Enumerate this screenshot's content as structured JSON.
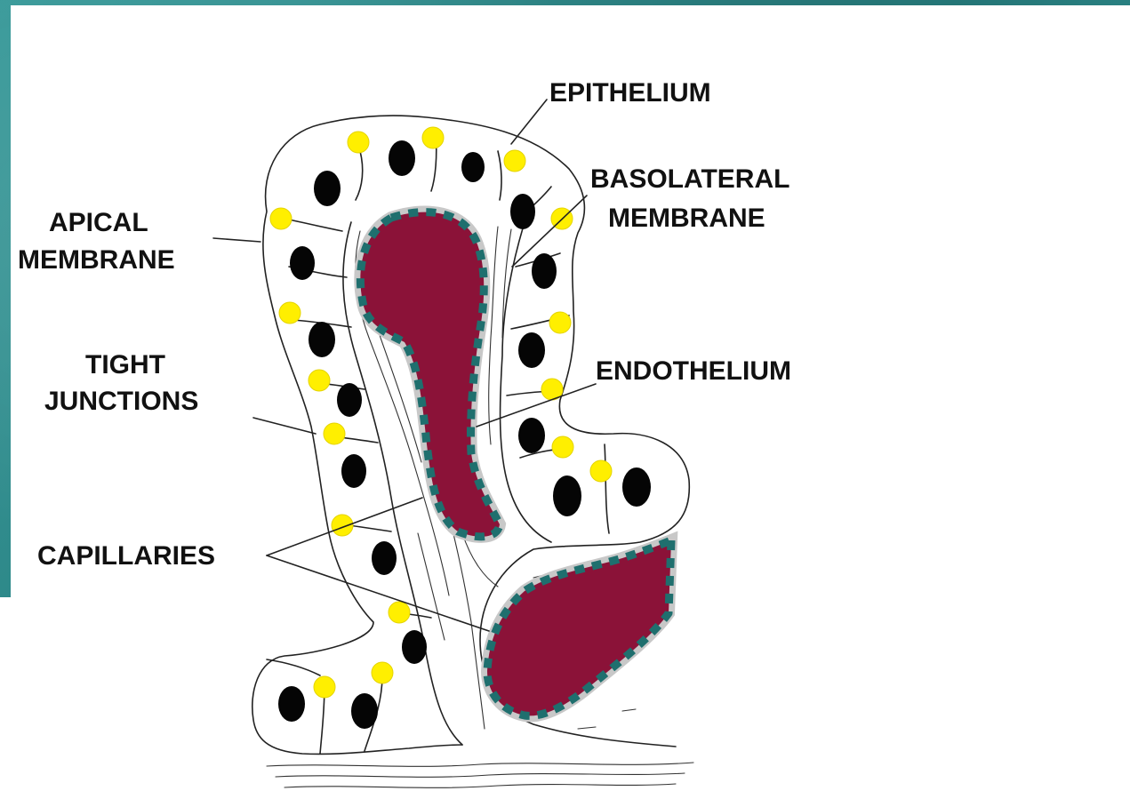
{
  "labels": {
    "epithelium": "EPITHELIUM",
    "basolateral_line1": "BASOLATERAL",
    "basolateral_line2": "MEMBRANE",
    "apical_line1": "APICAL",
    "apical_line2": "MEMBRANE",
    "tight_line1": "TIGHT",
    "tight_line2": "JUNCTIONS",
    "endothelium": "ENDOTHELIUM",
    "capillaries": "CAPILLARIES"
  },
  "colors": {
    "background_teal": "#2f8c8c",
    "capillary_fill": "#8b1238",
    "capillary_outline": "#1f6f6e",
    "tight_junction_marker": "#ffef00"
  }
}
